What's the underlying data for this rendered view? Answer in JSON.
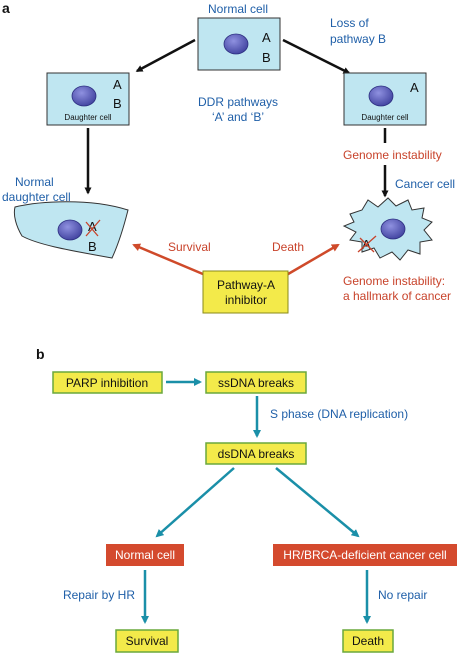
{
  "colors": {
    "blue_text": "#1f5fa8",
    "red_text": "#c8432b",
    "cell_fill": "#bfe6f1",
    "nucleus": "#4d4fb0",
    "yellow_box": "#f3ea4a",
    "yellow_border": "#6aa83c",
    "red_box": "#d44a2e",
    "teal_arrow": "#1a8fa8",
    "red_arrow": "#cf4a2a",
    "black": "#111111"
  },
  "panel_a": {
    "label": "a",
    "top_cell": {
      "caption": "Normal cell",
      "gene_a": "A",
      "gene_b": "B"
    },
    "loss_label_line1": "Loss of",
    "loss_label_line2": "pathway B",
    "left_cell": {
      "gene_a": "A",
      "gene_b": "B",
      "caption": "Daughter cell"
    },
    "right_cell": {
      "gene_a": "A",
      "caption": "Daughter cell"
    },
    "ddr_line1": "DDR pathways",
    "ddr_line2": "‘A’ and ‘B’",
    "genome_instability": "Genome instability",
    "cancer_cell": "Cancer cell",
    "normal_daughter_line1": "Normal",
    "normal_daughter_line2": "daughter cell",
    "left_bottom_cell": {
      "gene_a": "A",
      "gene_b": "B"
    },
    "right_bottom_cell": {
      "gene_a": "A"
    },
    "survival": "Survival",
    "death": "Death",
    "inhibitor_line1": "Pathway-A",
    "inhibitor_line2": "inhibitor",
    "hallmark_line1": "Genome instability:",
    "hallmark_line2": "a hallmark of cancer"
  },
  "panel_b": {
    "label": "b",
    "parp_inhibition": "PARP inhibition",
    "ssdna_breaks": "ssDNA breaks",
    "s_phase": "S phase (DNA replication)",
    "dsdna_breaks": "dsDNA breaks",
    "normal_cell": "Normal cell",
    "deficient_cancer_cell": "HR/BRCA-deficient cancer cell",
    "repair_by_hr": "Repair by HR",
    "no_repair": "No repair",
    "survival": "Survival",
    "death": "Death"
  }
}
